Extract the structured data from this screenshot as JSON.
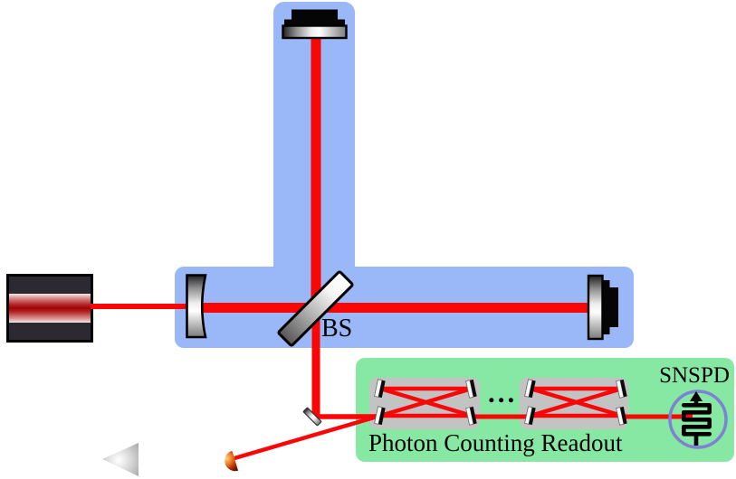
{
  "diagram": {
    "labels": {
      "beam_splitter": "BS",
      "snspd": "SNSPD",
      "readout": "Photon Counting Readout",
      "cavity_ellipsis": "..."
    },
    "colors": {
      "background": "#ffffff",
      "arm_fill": "#9ab7f8",
      "beam": "#f90606",
      "readout_fill": "#87e8a3",
      "cavity_fill": "#c3c3c3",
      "snspd_ring": "#7d82d2",
      "nanowire": "#000000",
      "photodiode": "#e06a1a",
      "label_text": "#000000"
    },
    "components": [
      "laser-source",
      "input-mirror",
      "beam-splitter",
      "end-mirror-top",
      "end-mirror-east",
      "fold-mirror",
      "filter-cavity-1",
      "filter-cavity-2",
      "photodiode",
      "beam-dump",
      "snspd-detector"
    ]
  }
}
